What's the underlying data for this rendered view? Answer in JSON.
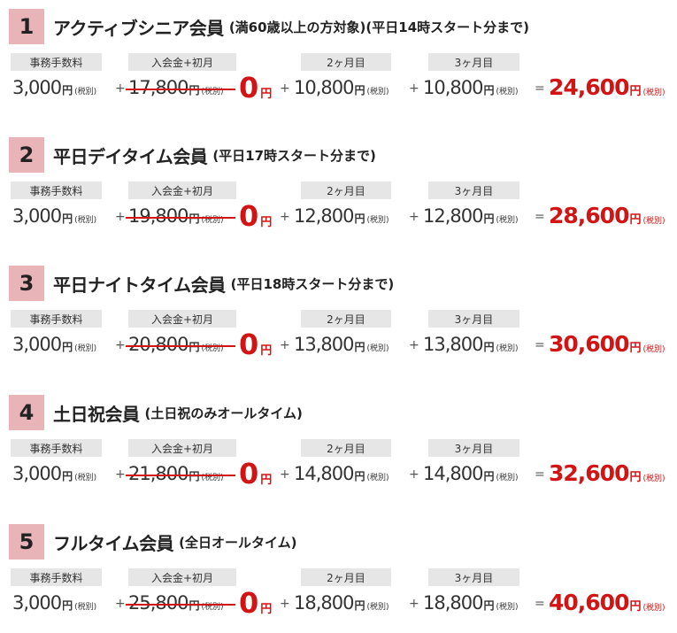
{
  "labels": {
    "fee": "事務手数料",
    "admission": "入会金+初月",
    "month2": "2ヶ月目",
    "month3": "3ヶ月目"
  },
  "units": {
    "yen": "円",
    "tax": "(税別)"
  },
  "operators": {
    "plus": "+",
    "equals": "="
  },
  "colors": {
    "accent": "#d21414",
    "number_bg": "#e8b4b8",
    "label_bg": "#e6e6e6"
  },
  "plans": [
    {
      "number": "1",
      "name": "アクティブシニア会員",
      "note": "(満60歳以上の方対象)(平日14時スタート分まで)",
      "fee": "3,000",
      "admission_original": "17,800",
      "admission": "0",
      "month2": "10,800",
      "month3": "10,800",
      "total": "24,600"
    },
    {
      "number": "2",
      "name": "平日デイタイム会員",
      "note": "(平日17時スタート分まで)",
      "fee": "3,000",
      "admission_original": "19,800",
      "admission": "0",
      "month2": "12,800",
      "month3": "12,800",
      "total": "28,600"
    },
    {
      "number": "3",
      "name": "平日ナイトタイム会員",
      "note": "(平日18時スタート分まで)",
      "fee": "3,000",
      "admission_original": "20,800",
      "admission": "0",
      "month2": "13,800",
      "month3": "13,800",
      "total": "30,600"
    },
    {
      "number": "4",
      "name": "土日祝会員",
      "note": "(土日祝のみオールタイム)",
      "fee": "3,000",
      "admission_original": "21,800",
      "admission": "0",
      "month2": "14,800",
      "month3": "14,800",
      "total": "32,600"
    },
    {
      "number": "5",
      "name": "フルタイム会員",
      "note": "(全日オールタイム)",
      "fee": "3,000",
      "admission_original": "25,800",
      "admission": "0",
      "month2": "18,800",
      "month3": "18,800",
      "total": "40,600"
    }
  ]
}
